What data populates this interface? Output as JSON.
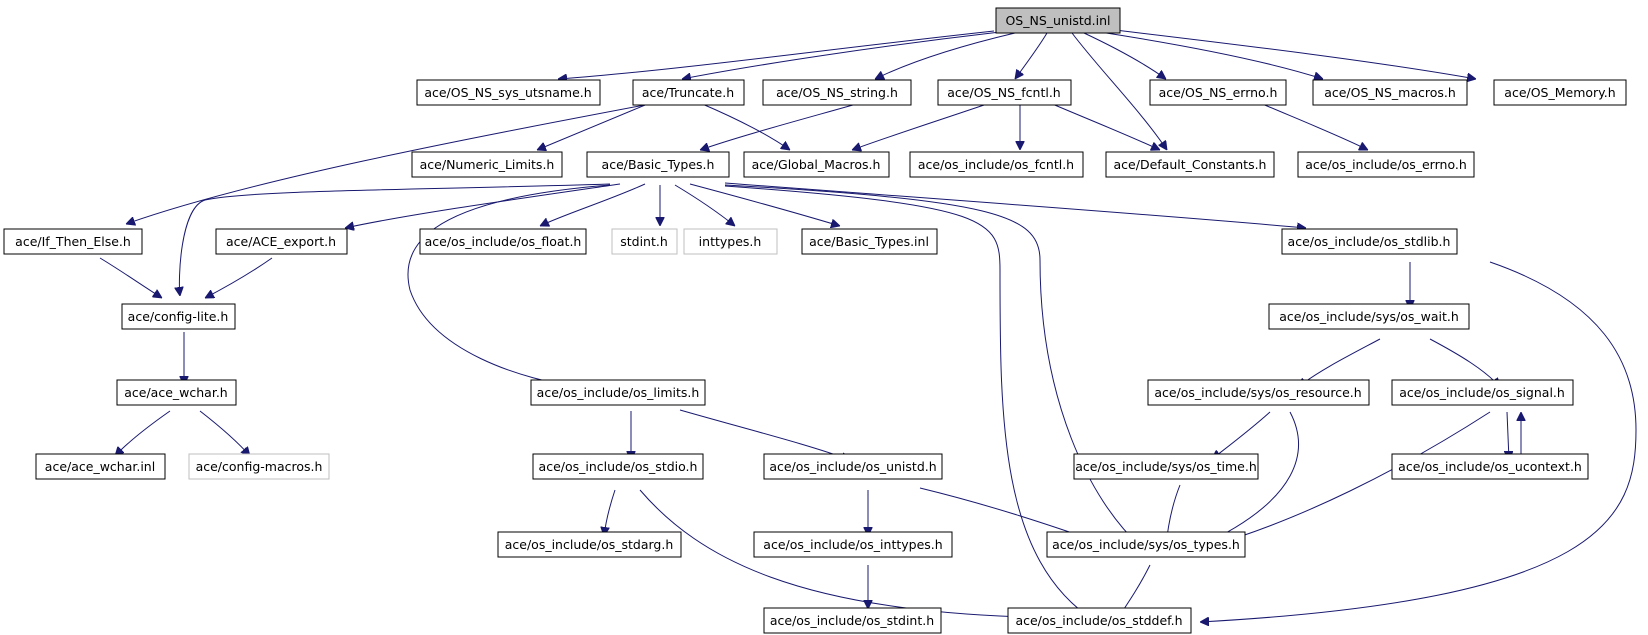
{
  "nodes": {
    "os_ns_unistd_inl": "OS_NS_unistd.inl",
    "os_ns_sys_utsname_h": "ace/OS_NS_sys_utsname.h",
    "truncate_h": "ace/Truncate.h",
    "os_ns_string_h": "ace/OS_NS_string.h",
    "os_ns_fcntl_h": "ace/OS_NS_fcntl.h",
    "os_ns_errno_h": "ace/OS_NS_errno.h",
    "os_ns_macros_h": "ace/OS_NS_macros.h",
    "os_memory_h": "ace/OS_Memory.h",
    "numeric_limits_h": "ace/Numeric_Limits.h",
    "basic_types_h": "ace/Basic_Types.h",
    "global_macros_h": "ace/Global_Macros.h",
    "os_fcntl_h": "ace/os_include/os_fcntl.h",
    "default_constants_h": "ace/Default_Constants.h",
    "os_errno_h": "ace/os_include/os_errno.h",
    "if_then_else_h": "ace/If_Then_Else.h",
    "ace_export_h": "ace/ACE_export.h",
    "os_float_h": "ace/os_include/os_float.h",
    "stdint_h": "stdint.h",
    "inttypes_h": "inttypes.h",
    "basic_types_inl": "ace/Basic_Types.inl",
    "os_stdlib_h": "ace/os_include/os_stdlib.h",
    "config_lite_h": "ace/config-lite.h",
    "os_wait_h": "ace/os_include/sys/os_wait.h",
    "ace_wchar_h": "ace/ace_wchar.h",
    "os_limits_h": "ace/os_include/os_limits.h",
    "os_resource_h": "ace/os_include/sys/os_resource.h",
    "os_signal_h": "ace/os_include/os_signal.h",
    "ace_wchar_inl": "ace/ace_wchar.inl",
    "config_macros_h": "ace/config-macros.h",
    "os_stdio_h": "ace/os_include/os_stdio.h",
    "os_unistd_h": "ace/os_include/os_unistd.h",
    "os_time_h": "ace/os_include/sys/os_time.h",
    "os_ucontext_h": "ace/os_include/os_ucontext.h",
    "os_stdarg_h": "ace/os_include/os_stdarg.h",
    "os_inttypes_h": "ace/os_include/os_inttypes.h",
    "os_types_h": "ace/os_include/sys/os_types.h",
    "os_stdint_h": "ace/os_include/os_stdint.h",
    "os_stddef_h": "ace/os_include/os_stddef.h"
  },
  "style": {
    "edge_color": "#191970",
    "root_fill": "#bfbfbf",
    "node_border": "#000000",
    "missing_node_border": "#bfbfbf"
  }
}
